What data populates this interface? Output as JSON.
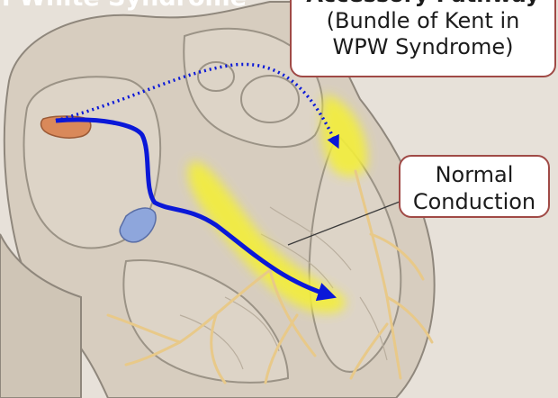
{
  "title_fragment": "n-White Syndrome",
  "callouts": {
    "accessory_pathway": {
      "heading": "Accessory Pathway",
      "line1": "(Bundle of Kent in",
      "line2": "WPW Syndrome)"
    },
    "normal_conduction": {
      "line1": "Normal",
      "line2": "Conduction"
    }
  },
  "colors": {
    "background": "#e7e1d9",
    "heart_tissue": "#d7cdbf",
    "heart_outline": "#8f877c",
    "conduction_fibers": "#e8c989",
    "highlight_glow": "#f3ee3a",
    "pathway_arrow": "#0a18d8",
    "sa_node": "#d9895a",
    "av_node": "#8ea6dc",
    "callout_border": "#a04a46"
  }
}
